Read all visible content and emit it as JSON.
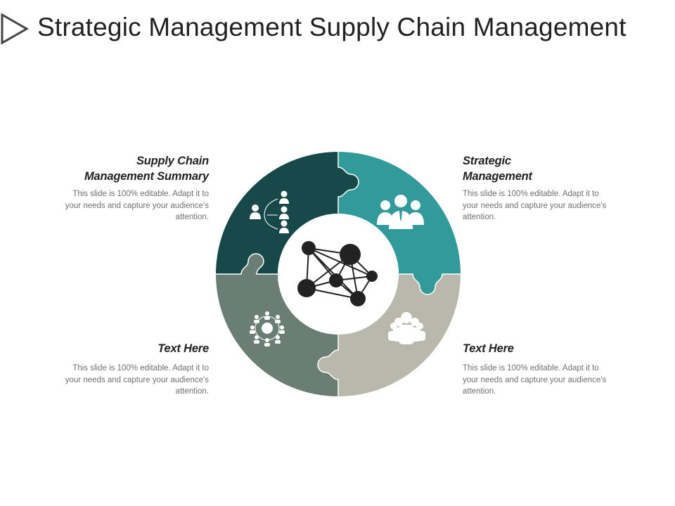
{
  "title": "Strategic Management Supply Chain Management",
  "colors": {
    "top_left": "#17494b",
    "top_right": "#329a9b",
    "bottom_left": "#6b7e75",
    "bottom_right": "#b8b8ad",
    "network_nodes": "#222222",
    "title_arrow": "#444444"
  },
  "segments": [
    {
      "position": "top-left",
      "heading_line1": "Supply Chain",
      "heading_line2": "Management Summary",
      "body_line1": "This slide is 100% editable. Adapt it to",
      "body_line2": "your needs and capture your audience's",
      "body_line3": "attention.",
      "icon": "org-hierarchy-icon"
    },
    {
      "position": "top-right",
      "heading_line1": "Strategic",
      "heading_line2": "Management",
      "body_line1": "This slide is 100% editable. Adapt it to",
      "body_line2": "your needs and capture your audience's",
      "body_line3": "attention.",
      "icon": "business-team-icon"
    },
    {
      "position": "bottom-left",
      "heading_line1": "Text Here",
      "heading_line2": "",
      "body_line1": "This slide is 100% editable. Adapt it to",
      "body_line2": "your needs and capture your audience's",
      "body_line3": "attention.",
      "icon": "people-network-icon"
    },
    {
      "position": "bottom-right",
      "heading_line1": "Text Here",
      "heading_line2": "",
      "body_line1": "This slide is 100% editable. Adapt it to",
      "body_line2": "your needs and capture your audience's",
      "body_line3": "attention.",
      "icon": "group-icon"
    }
  ],
  "center_icon": "network-graph-icon"
}
